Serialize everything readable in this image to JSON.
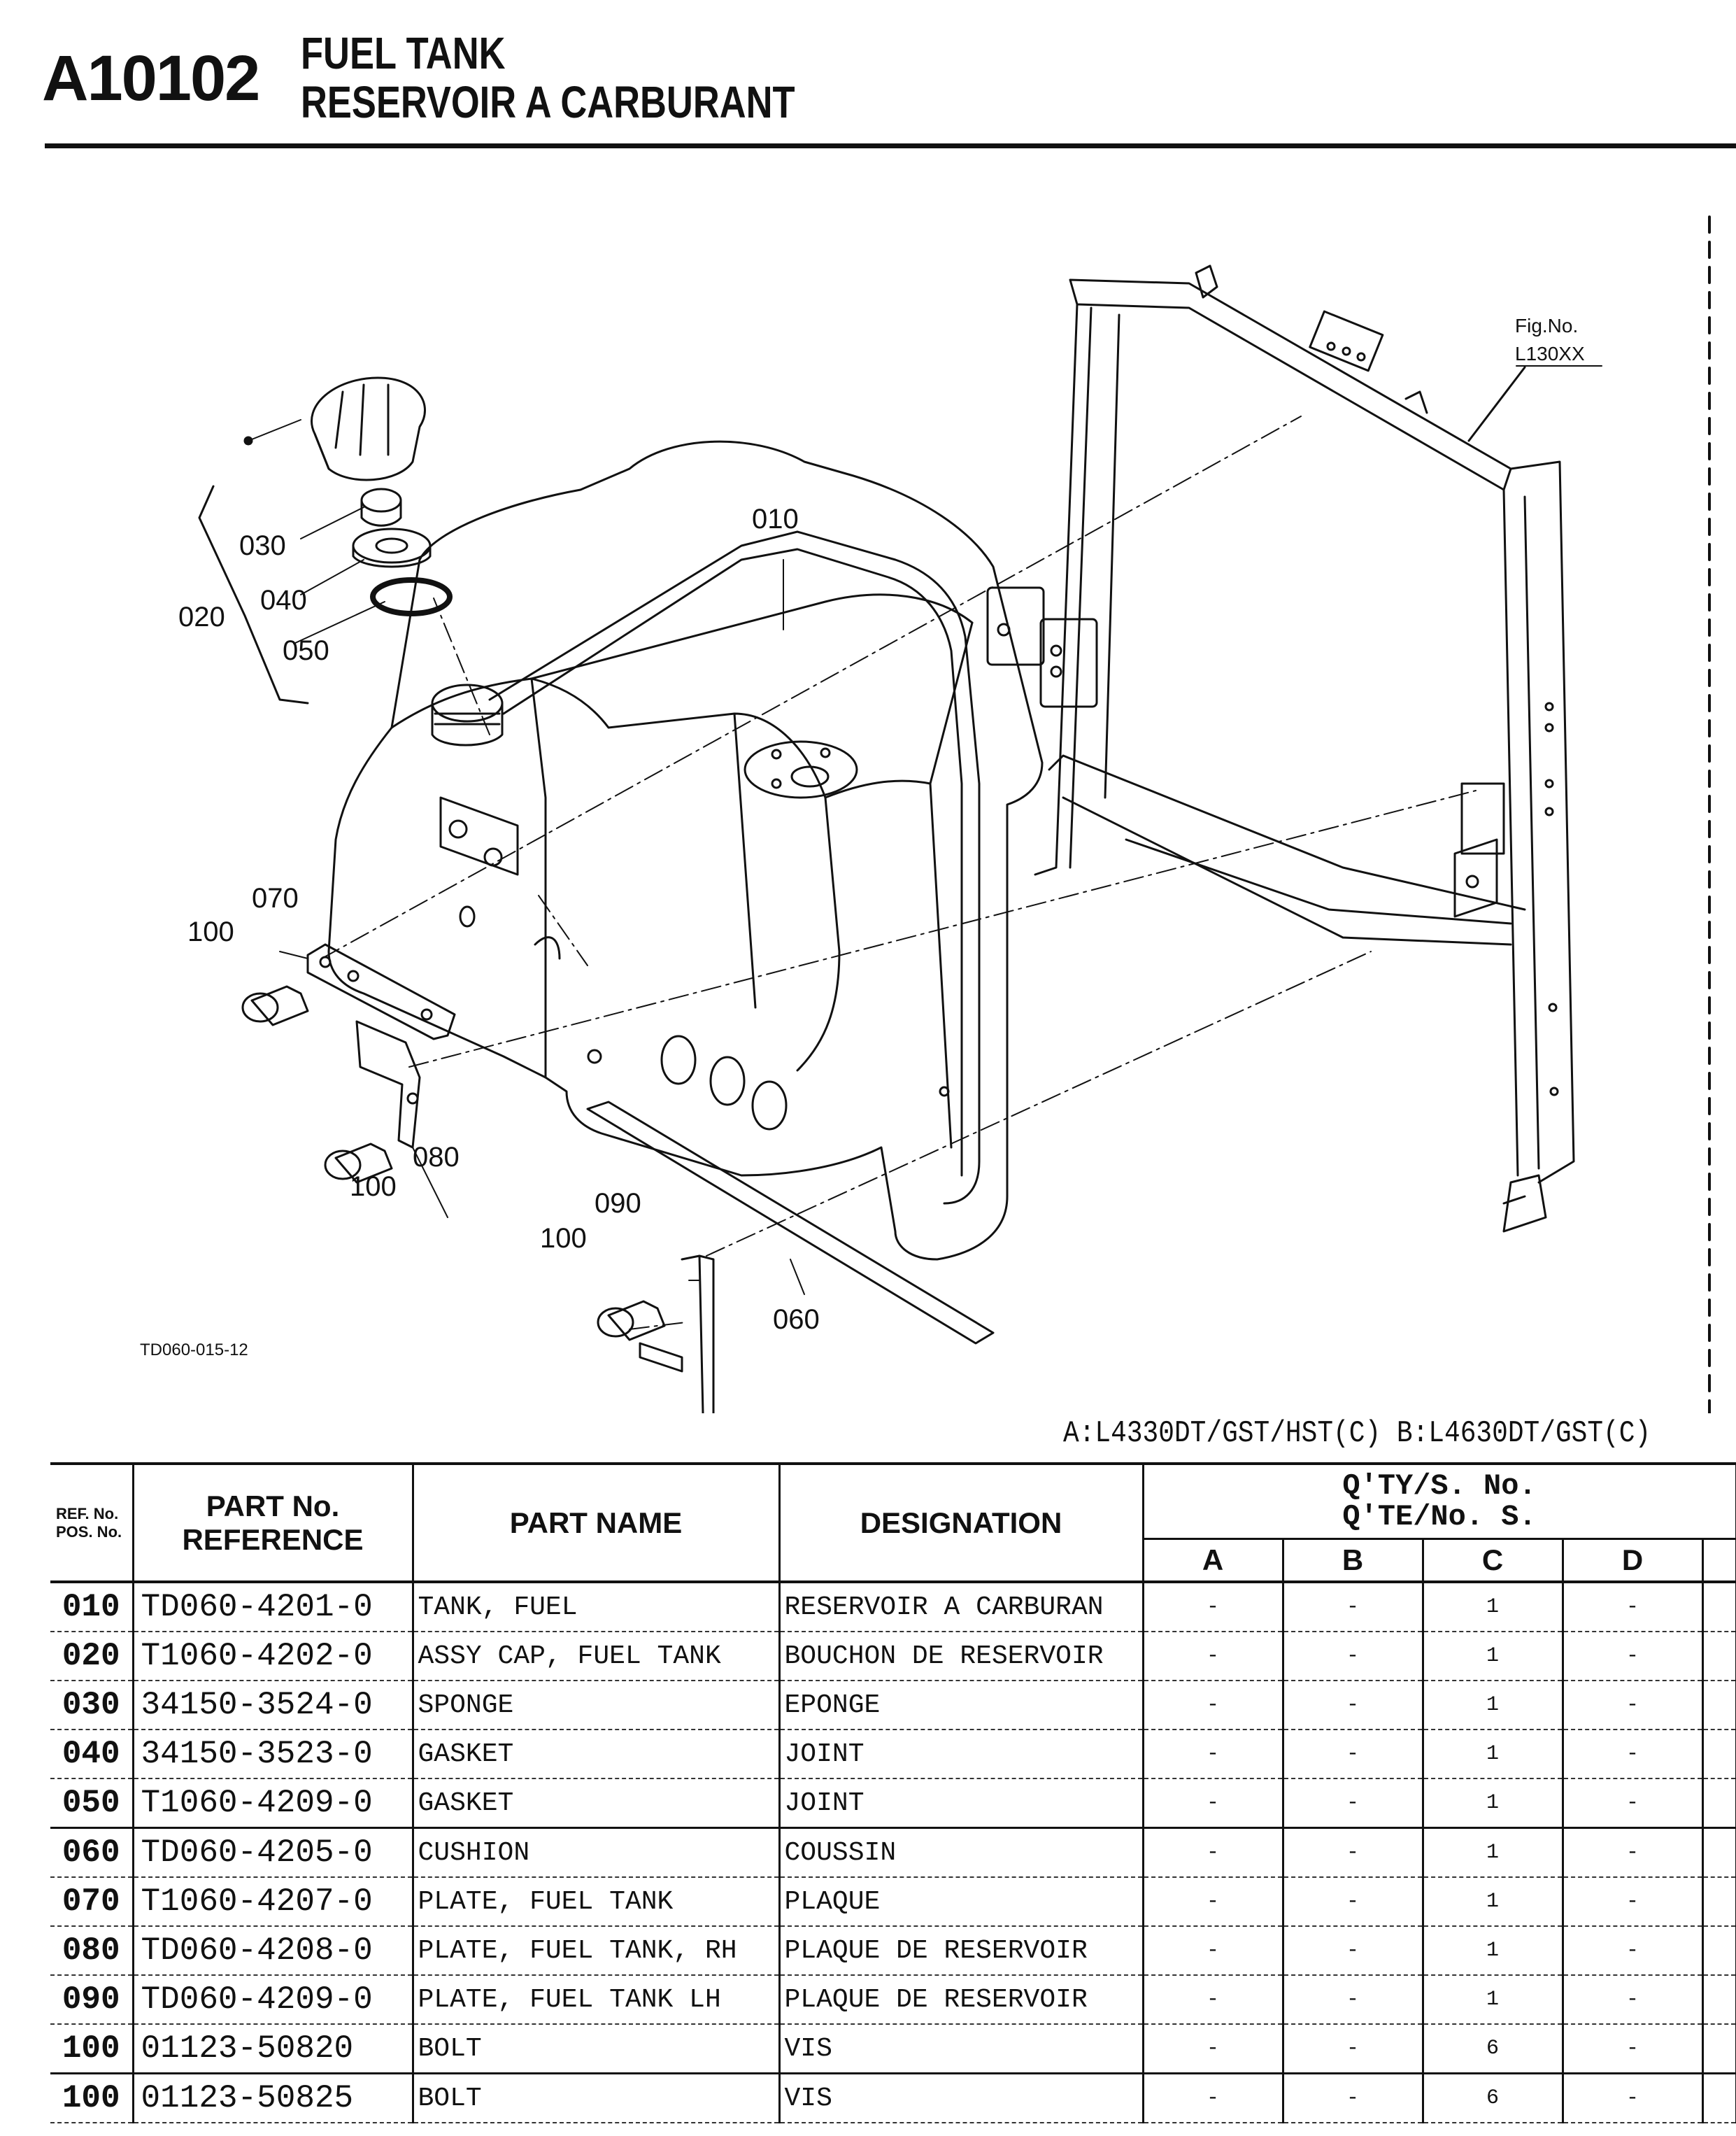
{
  "header": {
    "section_code": "A10102",
    "title_en": "FUEL TANK",
    "title_fr": "RESERVOIR A CARBURANT"
  },
  "diagram": {
    "fig_no_label": "Fig.No.",
    "fig_no_value": "L130XX",
    "drawing_code": "TD060-015-12",
    "callouts": {
      "c010": "010",
      "c020": "020",
      "c030": "030",
      "c040": "040",
      "c050": "050",
      "c060": "060",
      "c070": "070",
      "c080": "080",
      "c090": "090",
      "c100a": "100",
      "c100b": "100",
      "c100c": "100"
    }
  },
  "model_legend": "A:L4330DT/GST/HST(C) B:L4630DT/GST(C)",
  "table": {
    "headers": {
      "ref_line1": "REF. No.",
      "ref_line2": "POS. No.",
      "partno_line1": "PART No.",
      "partno_line2": "REFERENCE",
      "part_name": "PART NAME",
      "designation": "DESIGNATION",
      "qty_line1": "Q'TY/S. No.",
      "qty_line2": "Q'TE/No. S.",
      "col_a": "A",
      "col_b": "B",
      "col_c": "C",
      "col_d": "D"
    },
    "rows": [
      {
        "ref": "010",
        "part_no": "TD060-4201-0",
        "name": "TANK, FUEL",
        "designation": "RESERVOIR A CARBURAN",
        "a": "-",
        "b": "-",
        "c": "1",
        "d": "-"
      },
      {
        "ref": "020",
        "part_no": "T1060-4202-0",
        "name": "ASSY CAP, FUEL TANK",
        "designation": "BOUCHON DE RESERVOIR",
        "a": "-",
        "b": "-",
        "c": "1",
        "d": "-"
      },
      {
        "ref": "030",
        "part_no": "34150-3524-0",
        "name": "SPONGE",
        "designation": "EPONGE",
        "a": "-",
        "b": "-",
        "c": "1",
        "d": "-"
      },
      {
        "ref": "040",
        "part_no": "34150-3523-0",
        "name": "GASKET",
        "designation": "JOINT",
        "a": "-",
        "b": "-",
        "c": "1",
        "d": "-"
      },
      {
        "ref": "050",
        "part_no": "T1060-4209-0",
        "name": "GASKET",
        "designation": "JOINT",
        "a": "-",
        "b": "-",
        "c": "1",
        "d": "-"
      },
      {
        "ref": "060",
        "part_no": "TD060-4205-0",
        "name": "CUSHION",
        "designation": "COUSSIN",
        "a": "-",
        "b": "-",
        "c": "1",
        "d": "-"
      },
      {
        "ref": "070",
        "part_no": "T1060-4207-0",
        "name": "PLATE,  FUEL TANK",
        "designation": "PLAQUE",
        "a": "-",
        "b": "-",
        "c": "1",
        "d": "-"
      },
      {
        "ref": "080",
        "part_no": "TD060-4208-0",
        "name": "PLATE, FUEL TANK, RH",
        "designation": "PLAQUE DE RESERVOIR",
        "a": "-",
        "b": "-",
        "c": "1",
        "d": "-"
      },
      {
        "ref": "090",
        "part_no": "TD060-4209-0",
        "name": "PLATE, FUEL TANK LH",
        "designation": "PLAQUE DE RESERVOIR",
        "a": "-",
        "b": "-",
        "c": "1",
        "d": "-"
      },
      {
        "ref": "100",
        "part_no": "01123-50820",
        "name": "BOLT",
        "designation": "VIS",
        "a": "-",
        "b": "-",
        "c": "6",
        "d": "-"
      },
      {
        "ref": "100",
        "part_no": "01123-50825",
        "name": "BOLT",
        "designation": "VIS",
        "a": "-",
        "b": "-",
        "c": "6",
        "d": "-"
      }
    ]
  }
}
